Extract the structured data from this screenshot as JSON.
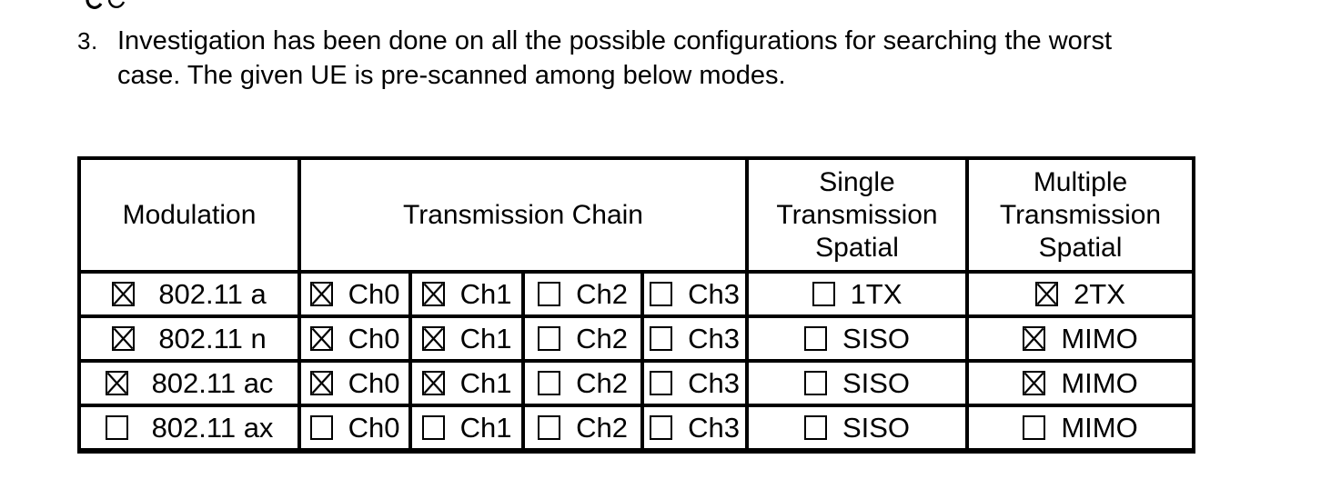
{
  "colors": {
    "text": "#000000",
    "background": "#ffffff",
    "table_border": "#000000"
  },
  "paragraph": {
    "number": "3.",
    "lines": [
      "Investigation has been done on all the possible configurations for searching the worst",
      "case. The given UE is pre-scanned among below modes."
    ]
  },
  "table": {
    "header": {
      "modulation": "Modulation",
      "transmission_chain": "Transmission Chain",
      "single_spatial": "Single\nTransmission\nSpatial",
      "multiple_spatial": "Multiple\nTransmission\nSpatial"
    },
    "rows": [
      {
        "modulation": {
          "checked": true,
          "label": "802.11 a"
        },
        "chains": [
          {
            "checked": true,
            "label": "Ch0"
          },
          {
            "checked": true,
            "label": "Ch1"
          },
          {
            "checked": false,
            "label": "Ch2"
          },
          {
            "checked": false,
            "label": "Ch3"
          }
        ],
        "single": {
          "checked": false,
          "label": "1TX"
        },
        "multiple": {
          "checked": true,
          "label": "2TX"
        }
      },
      {
        "modulation": {
          "checked": true,
          "label": "802.11 n"
        },
        "chains": [
          {
            "checked": true,
            "label": "Ch0"
          },
          {
            "checked": true,
            "label": "Ch1"
          },
          {
            "checked": false,
            "label": "Ch2"
          },
          {
            "checked": false,
            "label": "Ch3"
          }
        ],
        "single": {
          "checked": false,
          "label": "SISO"
        },
        "multiple": {
          "checked": true,
          "label": "MIMO"
        }
      },
      {
        "modulation": {
          "checked": true,
          "label": "802.11 ac"
        },
        "chains": [
          {
            "checked": true,
            "label": "Ch0"
          },
          {
            "checked": true,
            "label": "Ch1"
          },
          {
            "checked": false,
            "label": "Ch2"
          },
          {
            "checked": false,
            "label": "Ch3"
          }
        ],
        "single": {
          "checked": false,
          "label": "SISO"
        },
        "multiple": {
          "checked": true,
          "label": "MIMO"
        }
      },
      {
        "modulation": {
          "checked": false,
          "label": "802.11 ax"
        },
        "chains": [
          {
            "checked": false,
            "label": "Ch0"
          },
          {
            "checked": false,
            "label": "Ch1"
          },
          {
            "checked": false,
            "label": "Ch2"
          },
          {
            "checked": false,
            "label": "Ch3"
          }
        ],
        "single": {
          "checked": false,
          "label": "SISO"
        },
        "multiple": {
          "checked": false,
          "label": "MIMO"
        }
      }
    ]
  }
}
